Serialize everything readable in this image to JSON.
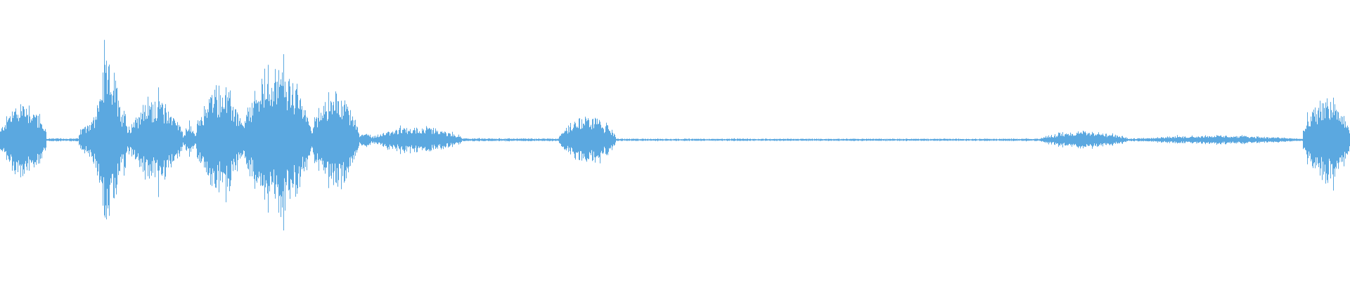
{
  "waveform": {
    "color": "#5ba8e0",
    "background": "#ffffff",
    "duration_fraction_samples": 1920,
    "segments": [
      {
        "start": 0.0,
        "end": 0.034,
        "amp": 0.28,
        "shape": "burst"
      },
      {
        "start": 0.034,
        "end": 0.058,
        "amp": 0.01,
        "shape": "flat"
      },
      {
        "start": 0.058,
        "end": 0.07,
        "amp": 0.18,
        "shape": "ramp"
      },
      {
        "start": 0.07,
        "end": 0.09,
        "amp": 0.55,
        "shape": "burst"
      },
      {
        "start": 0.09,
        "end": 0.094,
        "amp": 0.32,
        "shape": "burst"
      },
      {
        "start": 0.094,
        "end": 0.135,
        "amp": 0.3,
        "shape": "burst"
      },
      {
        "start": 0.135,
        "end": 0.145,
        "amp": 0.1,
        "shape": "burst"
      },
      {
        "start": 0.145,
        "end": 0.18,
        "amp": 0.38,
        "shape": "burst"
      },
      {
        "start": 0.18,
        "end": 0.23,
        "amp": 0.52,
        "shape": "burst"
      },
      {
        "start": 0.23,
        "end": 0.266,
        "amp": 0.34,
        "shape": "burst"
      },
      {
        "start": 0.266,
        "end": 0.275,
        "amp": 0.06,
        "shape": "burst"
      },
      {
        "start": 0.275,
        "end": 0.342,
        "amp": 0.09,
        "shape": "burst"
      },
      {
        "start": 0.342,
        "end": 0.414,
        "amp": 0.01,
        "shape": "flat"
      },
      {
        "start": 0.414,
        "end": 0.456,
        "amp": 0.17,
        "shape": "burst"
      },
      {
        "start": 0.456,
        "end": 0.77,
        "amp": 0.008,
        "shape": "flat"
      },
      {
        "start": 0.77,
        "end": 0.835,
        "amp": 0.06,
        "shape": "burst"
      },
      {
        "start": 0.835,
        "end": 0.965,
        "amp": 0.03,
        "shape": "burst"
      },
      {
        "start": 0.965,
        "end": 1.0,
        "amp": 0.3,
        "shape": "burst"
      }
    ]
  }
}
